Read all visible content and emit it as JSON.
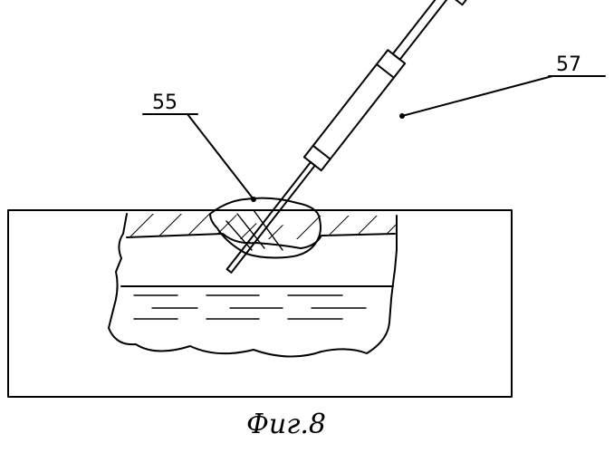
{
  "labels": {
    "label_55": "55",
    "label_57": "57"
  },
  "caption": "Фиг.8",
  "colors": {
    "ink": "#000000",
    "paper": "#ffffff"
  }
}
